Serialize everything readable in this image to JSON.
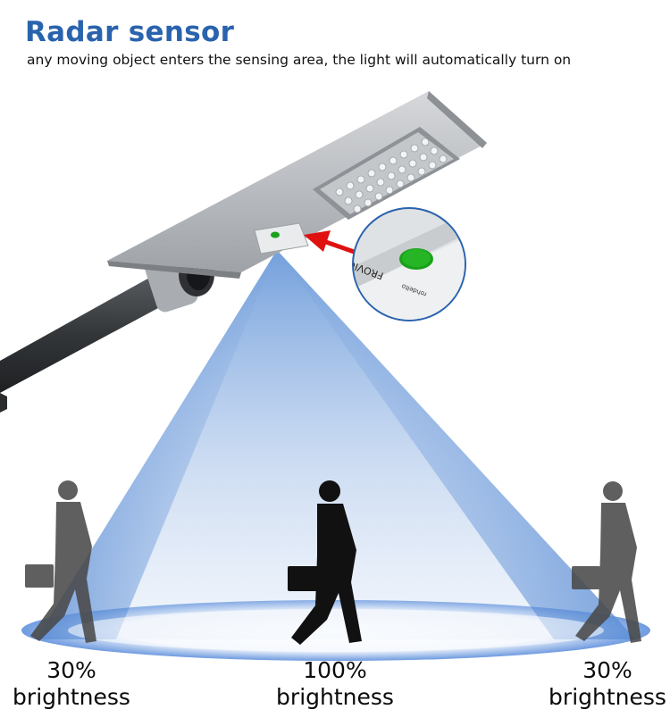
{
  "header": {
    "title": "Radar sensor",
    "subtitle": "any moving object enters the sensing area, the light will automatically turn on"
  },
  "inset": {
    "board_text": "FROVIO",
    "small_text": "rohdelto",
    "indicator_color": "#1aa01a"
  },
  "zones": [
    {
      "percent": "30%",
      "word": "brightness"
    },
    {
      "percent": "100%",
      "word": "brightness"
    },
    {
      "percent": "30%",
      "word": "brightness"
    }
  ],
  "colors": {
    "title": "#2a63ad",
    "beam": "#5b8fd6",
    "arrow": "#e01010",
    "lamp_body": "#b9bcc0",
    "pole": "#3b3d40",
    "silhouette_dark": "#111111",
    "silhouette_light": "#4a4a4a"
  },
  "icons": [
    "street-light-icon",
    "businessman-icon",
    "arrow-icon"
  ]
}
